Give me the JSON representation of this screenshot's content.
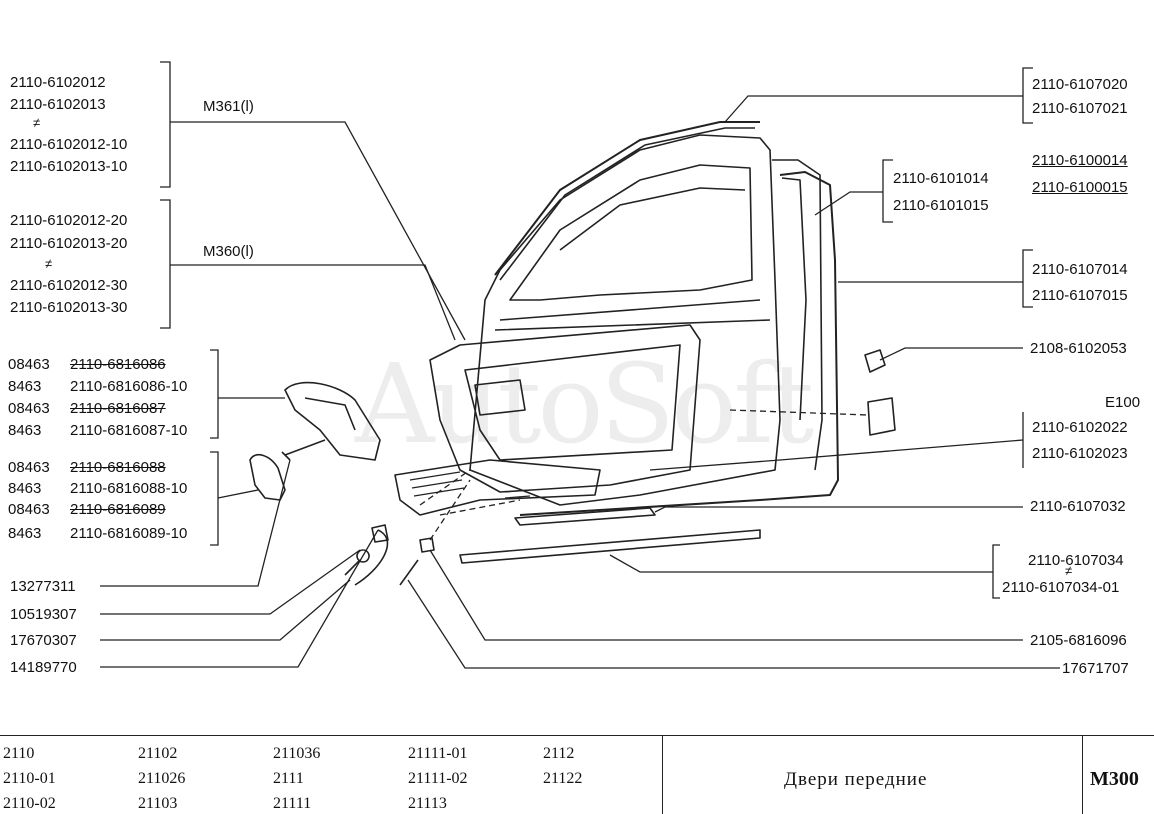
{
  "watermark": "AutoSoft",
  "left_labels": {
    "g1": [
      "2110-6102012",
      "2110-6102013",
      "2110-6102012-10",
      "2110-6102013-10"
    ],
    "g2": [
      "2110-6102012-20",
      "2110-6102013-20",
      "2110-6102012-30",
      "2110-6102013-30"
    ],
    "neq": "≠",
    "m361": "M361(l)",
    "m360": "M360(l)",
    "g3": [
      {
        "a": "08463",
        "b": "2110-6816086",
        "strike": true
      },
      {
        "a": "8463",
        "b": "2110-6816086-10",
        "strike": false
      },
      {
        "a": "08463",
        "b": "2110-6816087",
        "strike": true
      },
      {
        "a": "8463",
        "b": "2110-6816087-10",
        "strike": false
      }
    ],
    "g4": [
      {
        "a": "08463",
        "b": "2110-6816088",
        "strike": true
      },
      {
        "a": "8463",
        "b": "2110-6816088-10",
        "strike": false
      },
      {
        "a": "08463",
        "b": "2110-6816089",
        "strike": true
      },
      {
        "a": "8463",
        "b": "2110-6816089-10",
        "strike": false
      }
    ],
    "bottom": [
      "13277311",
      "10519307",
      "17670307",
      "14189770"
    ]
  },
  "right_labels": {
    "r1": [
      "2110-6107020",
      "2110-6107021"
    ],
    "r2": [
      "2110-6100014",
      "2110-6100015"
    ],
    "r3": [
      "2110-6101014",
      "2110-6101015"
    ],
    "r4": [
      "2110-6107014",
      "2110-6107015"
    ],
    "r5": "2108-6102053",
    "r6": "E100",
    "r7": [
      "2110-6102022",
      "2110-6102023"
    ],
    "r8": "2110-6107032",
    "r9": [
      "2110-6107034",
      "2110-6107034-01"
    ],
    "r10": "2105-6816096",
    "r11": "17671707"
  },
  "footer": {
    "models": [
      [
        "2110",
        "2110-01",
        "2110-02"
      ],
      [
        "21102",
        "211026",
        "21103"
      ],
      [
        "211036",
        "2111",
        "21111"
      ],
      [
        "21111-01",
        "21111-02",
        "21113"
      ],
      [
        "2112",
        "21122"
      ]
    ],
    "title": "Двери передние",
    "code": "M300"
  }
}
